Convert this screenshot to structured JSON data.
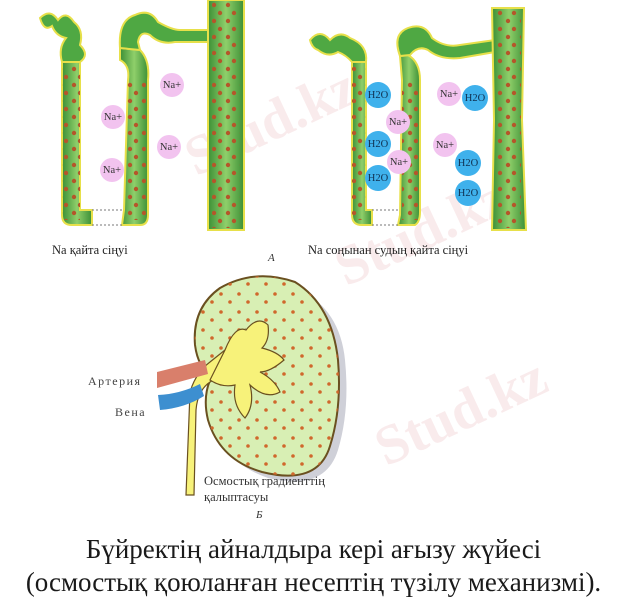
{
  "panel_a": {
    "letter": "А",
    "left": {
      "caption": "Na қайта сіңуі",
      "ions": [
        "Na+",
        "Na+",
        "Na+",
        "Na+"
      ]
    },
    "right": {
      "caption": "Na соңынан судың қайта сіңуі",
      "ions_na": [
        "Na+",
        "Na+",
        "Na+",
        "Na+"
      ],
      "ions_h2o": [
        "H2O",
        "H2O",
        "H2O",
        "H2O",
        "H2O",
        "H2O"
      ]
    }
  },
  "panel_b": {
    "letter": "Б",
    "artery_label": "Артерия",
    "vein_label": "Вена",
    "gradient_label_line1": "Осмостық градиенттің",
    "gradient_label_line2": "қалыптасуы"
  },
  "caption": {
    "line1": "Бүйректің айналдыра кері ағызу жүйесі",
    "line2": "(осмостық қоюланған несептің түзілу механизмі)."
  },
  "watermark": "Stud.kz",
  "colors": {
    "tubule_green": "#3f9a3a",
    "tubule_light": "#8fcf6a",
    "tubule_edge": "#e7e04a",
    "dot": "#b5562a",
    "na_pink": "#f2c3ef",
    "h2o_blue": "#3fb1ec",
    "kidney_fill": "#d8efb4",
    "pelvis_yellow": "#f7f27a",
    "artery": "#d97f6b",
    "vein": "#3d8fd0"
  }
}
